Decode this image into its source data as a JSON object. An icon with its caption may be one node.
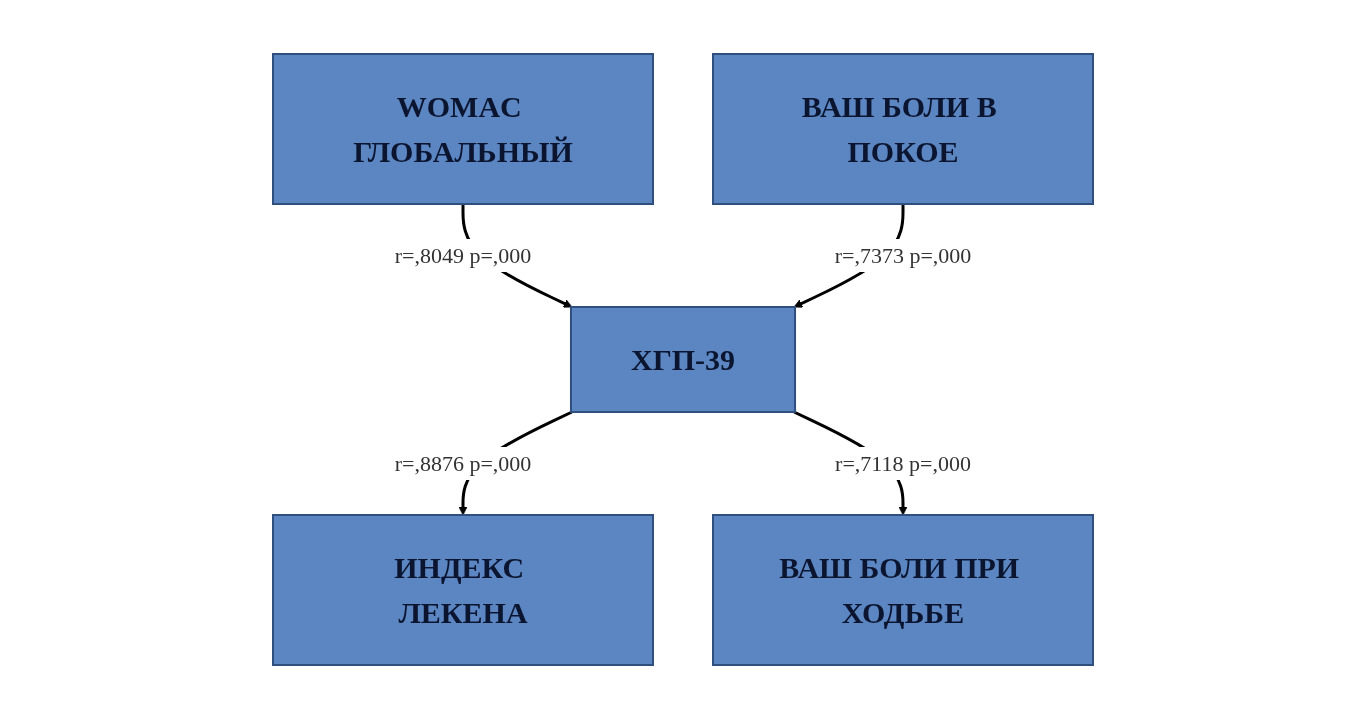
{
  "diagram": {
    "nodes": [
      {
        "text": [
          "WOMAC ГЛОБАЛЬНЫЙ"
        ]
      },
      {
        "text": [
          "ВАШ БОЛИ В ПОКОЕ"
        ]
      },
      {
        "text": [
          "ХГП-39"
        ]
      },
      {
        "text": [
          "ИНДЕКС ЛЕКЕНА"
        ]
      },
      {
        "text": [
          "ВАШ БОЛИ ПРИ ХОДЬБЕ"
        ]
      }
    ],
    "edges": [
      {
        "from": 0,
        "to": 2,
        "arrow": "to",
        "label": "r=,8049 p=,000"
      },
      {
        "from": 1,
        "to": 2,
        "arrow": "to",
        "label": "r=,7373 p=,000"
      },
      {
        "from": 2,
        "to": 3,
        "arrow": "to",
        "label": "r=,8876 p=,000"
      },
      {
        "from": 2,
        "to": 4,
        "arrow": "to",
        "label": "r=,7118 p=,000"
      }
    ]
  }
}
